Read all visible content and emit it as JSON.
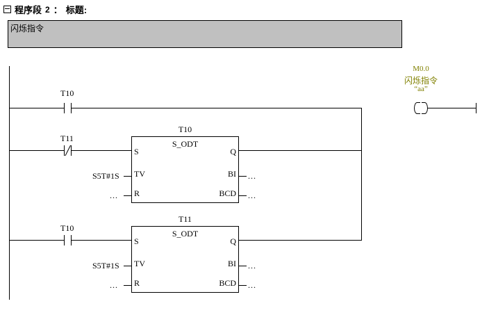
{
  "header": {
    "collapse_icon": "collapse-minus-icon",
    "network_word": "程序段",
    "network_number": "2",
    "separator": "：",
    "title_label": "标题:"
  },
  "comment": {
    "text": "闪烁指令"
  },
  "ladder": {
    "rung1": {
      "contact": {
        "label": "T10",
        "type": "normally-open"
      },
      "coil": {
        "address": "M0.0",
        "symbol_cn": "闪烁指令",
        "symbol_quoted": "“aa”",
        "color": "#808000"
      }
    },
    "rung2": {
      "contact": {
        "label": "T11",
        "type": "normally-closed"
      },
      "block": {
        "name": "T10",
        "type": "S_ODT",
        "inputs": [
          {
            "pin": "S",
            "operand": ""
          },
          {
            "pin": "TV",
            "operand": "S5T#1S"
          },
          {
            "pin": "R",
            "operand": "..."
          }
        ],
        "outputs": [
          {
            "pin": "Q",
            "operand": ""
          },
          {
            "pin": "BI",
            "operand": "..."
          },
          {
            "pin": "BCD",
            "operand": "..."
          }
        ]
      }
    },
    "rung3": {
      "contact": {
        "label": "T10",
        "type": "normally-open"
      },
      "block": {
        "name": "T11",
        "type": "S_ODT",
        "inputs": [
          {
            "pin": "S",
            "operand": ""
          },
          {
            "pin": "TV",
            "operand": "S5T#1S"
          },
          {
            "pin": "R",
            "operand": "..."
          }
        ],
        "outputs": [
          {
            "pin": "Q",
            "operand": ""
          },
          {
            "pin": "BI",
            "operand": "..."
          },
          {
            "pin": "BCD",
            "operand": "..."
          }
        ]
      }
    }
  }
}
